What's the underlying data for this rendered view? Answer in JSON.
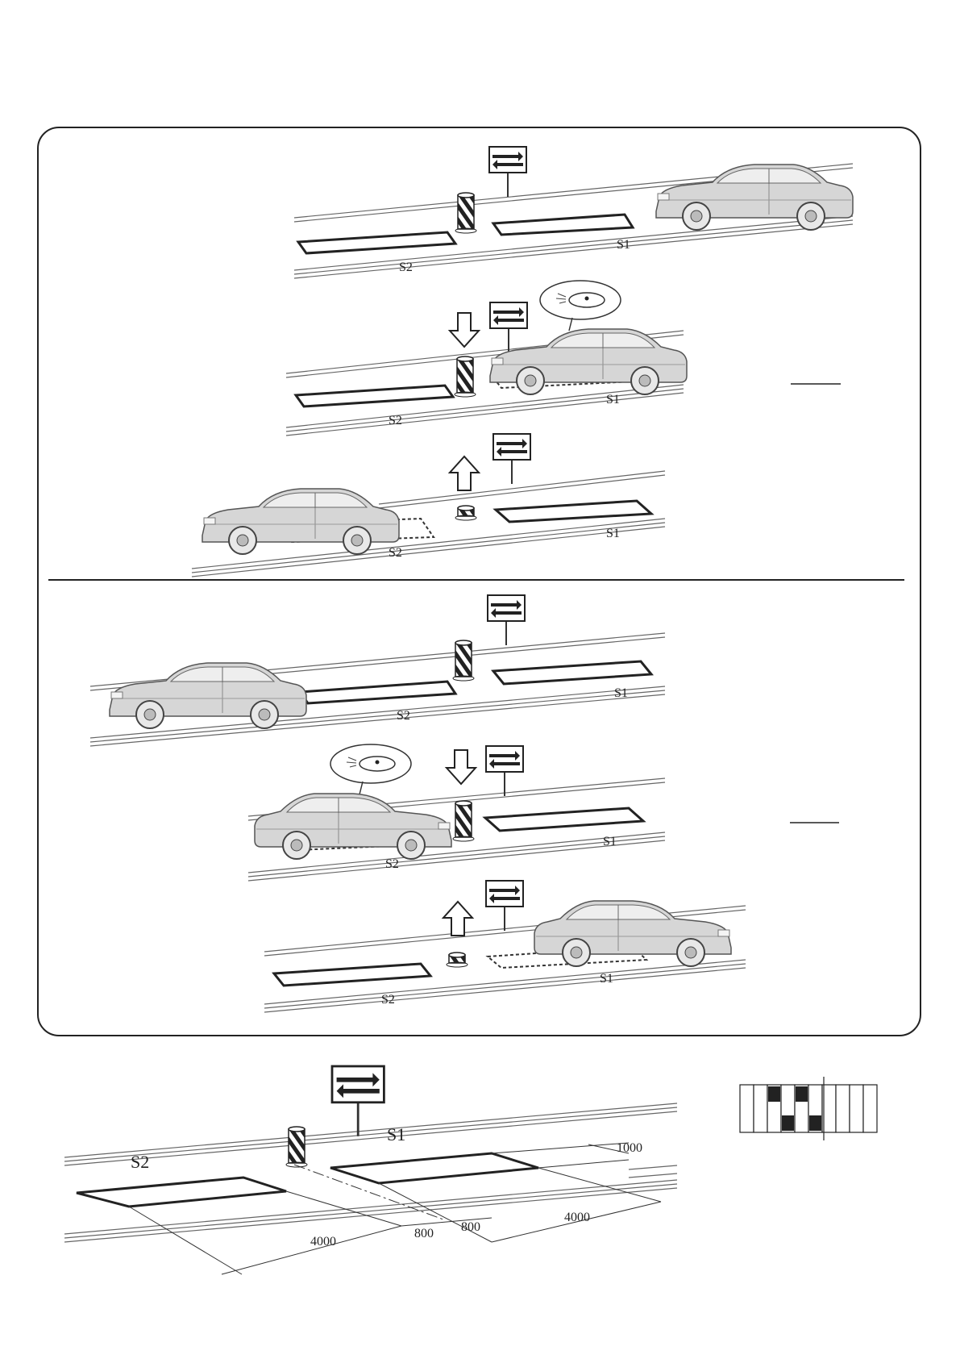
{
  "scenes": {
    "top_group": [
      {
        "loop_labels": [
          "S2",
          "S1"
        ]
      },
      {
        "loop_labels": [
          "S2",
          "S1"
        ]
      },
      {
        "loop_labels": [
          "S2",
          "S1"
        ]
      }
    ],
    "bottom_group": [
      {
        "loop_labels": [
          "S2",
          "S1"
        ]
      },
      {
        "loop_labels": [
          "S2",
          "S1"
        ]
      },
      {
        "loop_labels": [
          "S2",
          "S1"
        ]
      }
    ]
  },
  "layout_diagram": {
    "loop_labels": [
      "S2",
      "S1"
    ],
    "dimensions": [
      "1000",
      "4000",
      "800",
      "800",
      "4000"
    ]
  },
  "dip_switch": {
    "positions": 10,
    "on_positions": [
      3,
      5
    ],
    "off_positions": [
      4,
      6
    ]
  },
  "icons": [
    "bollard-icon",
    "two-way-sign-icon",
    "car-icon",
    "arrow-down-icon",
    "arrow-up-icon",
    "remote-control-icon"
  ]
}
